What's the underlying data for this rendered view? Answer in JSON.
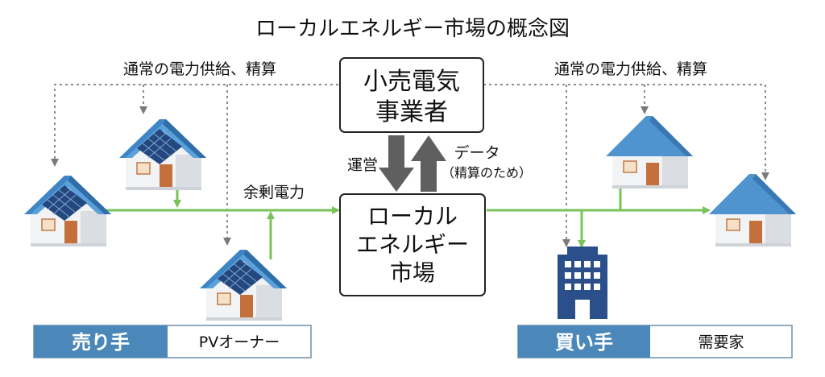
{
  "title": "ローカルエネルギー市場の概念図",
  "labels": {
    "left_flow": "通常の電力供給、精算",
    "right_flow": "通常の電力供給、精算",
    "surplus": "余剰電力",
    "operation": "運営",
    "data": "データ",
    "data_note": "（精算のため）"
  },
  "retailer": {
    "line1": "小売電気",
    "line2": "事業者"
  },
  "market": {
    "line1": "ローカル",
    "line2": "エネルギー",
    "line3": "市場"
  },
  "legend": {
    "seller_key": "売り手",
    "seller_value": "PVオーナー",
    "buyer_key": "買い手",
    "buyer_value": "需要家"
  },
  "colors": {
    "green": "#7ac35a",
    "gray_dotted": "#8c8c8c",
    "dark_arrow": "#5f5f5f",
    "legend_blue": "#4b87b8",
    "roof_blue": "#4f93cf",
    "building_navy": "#2b4f8a"
  }
}
